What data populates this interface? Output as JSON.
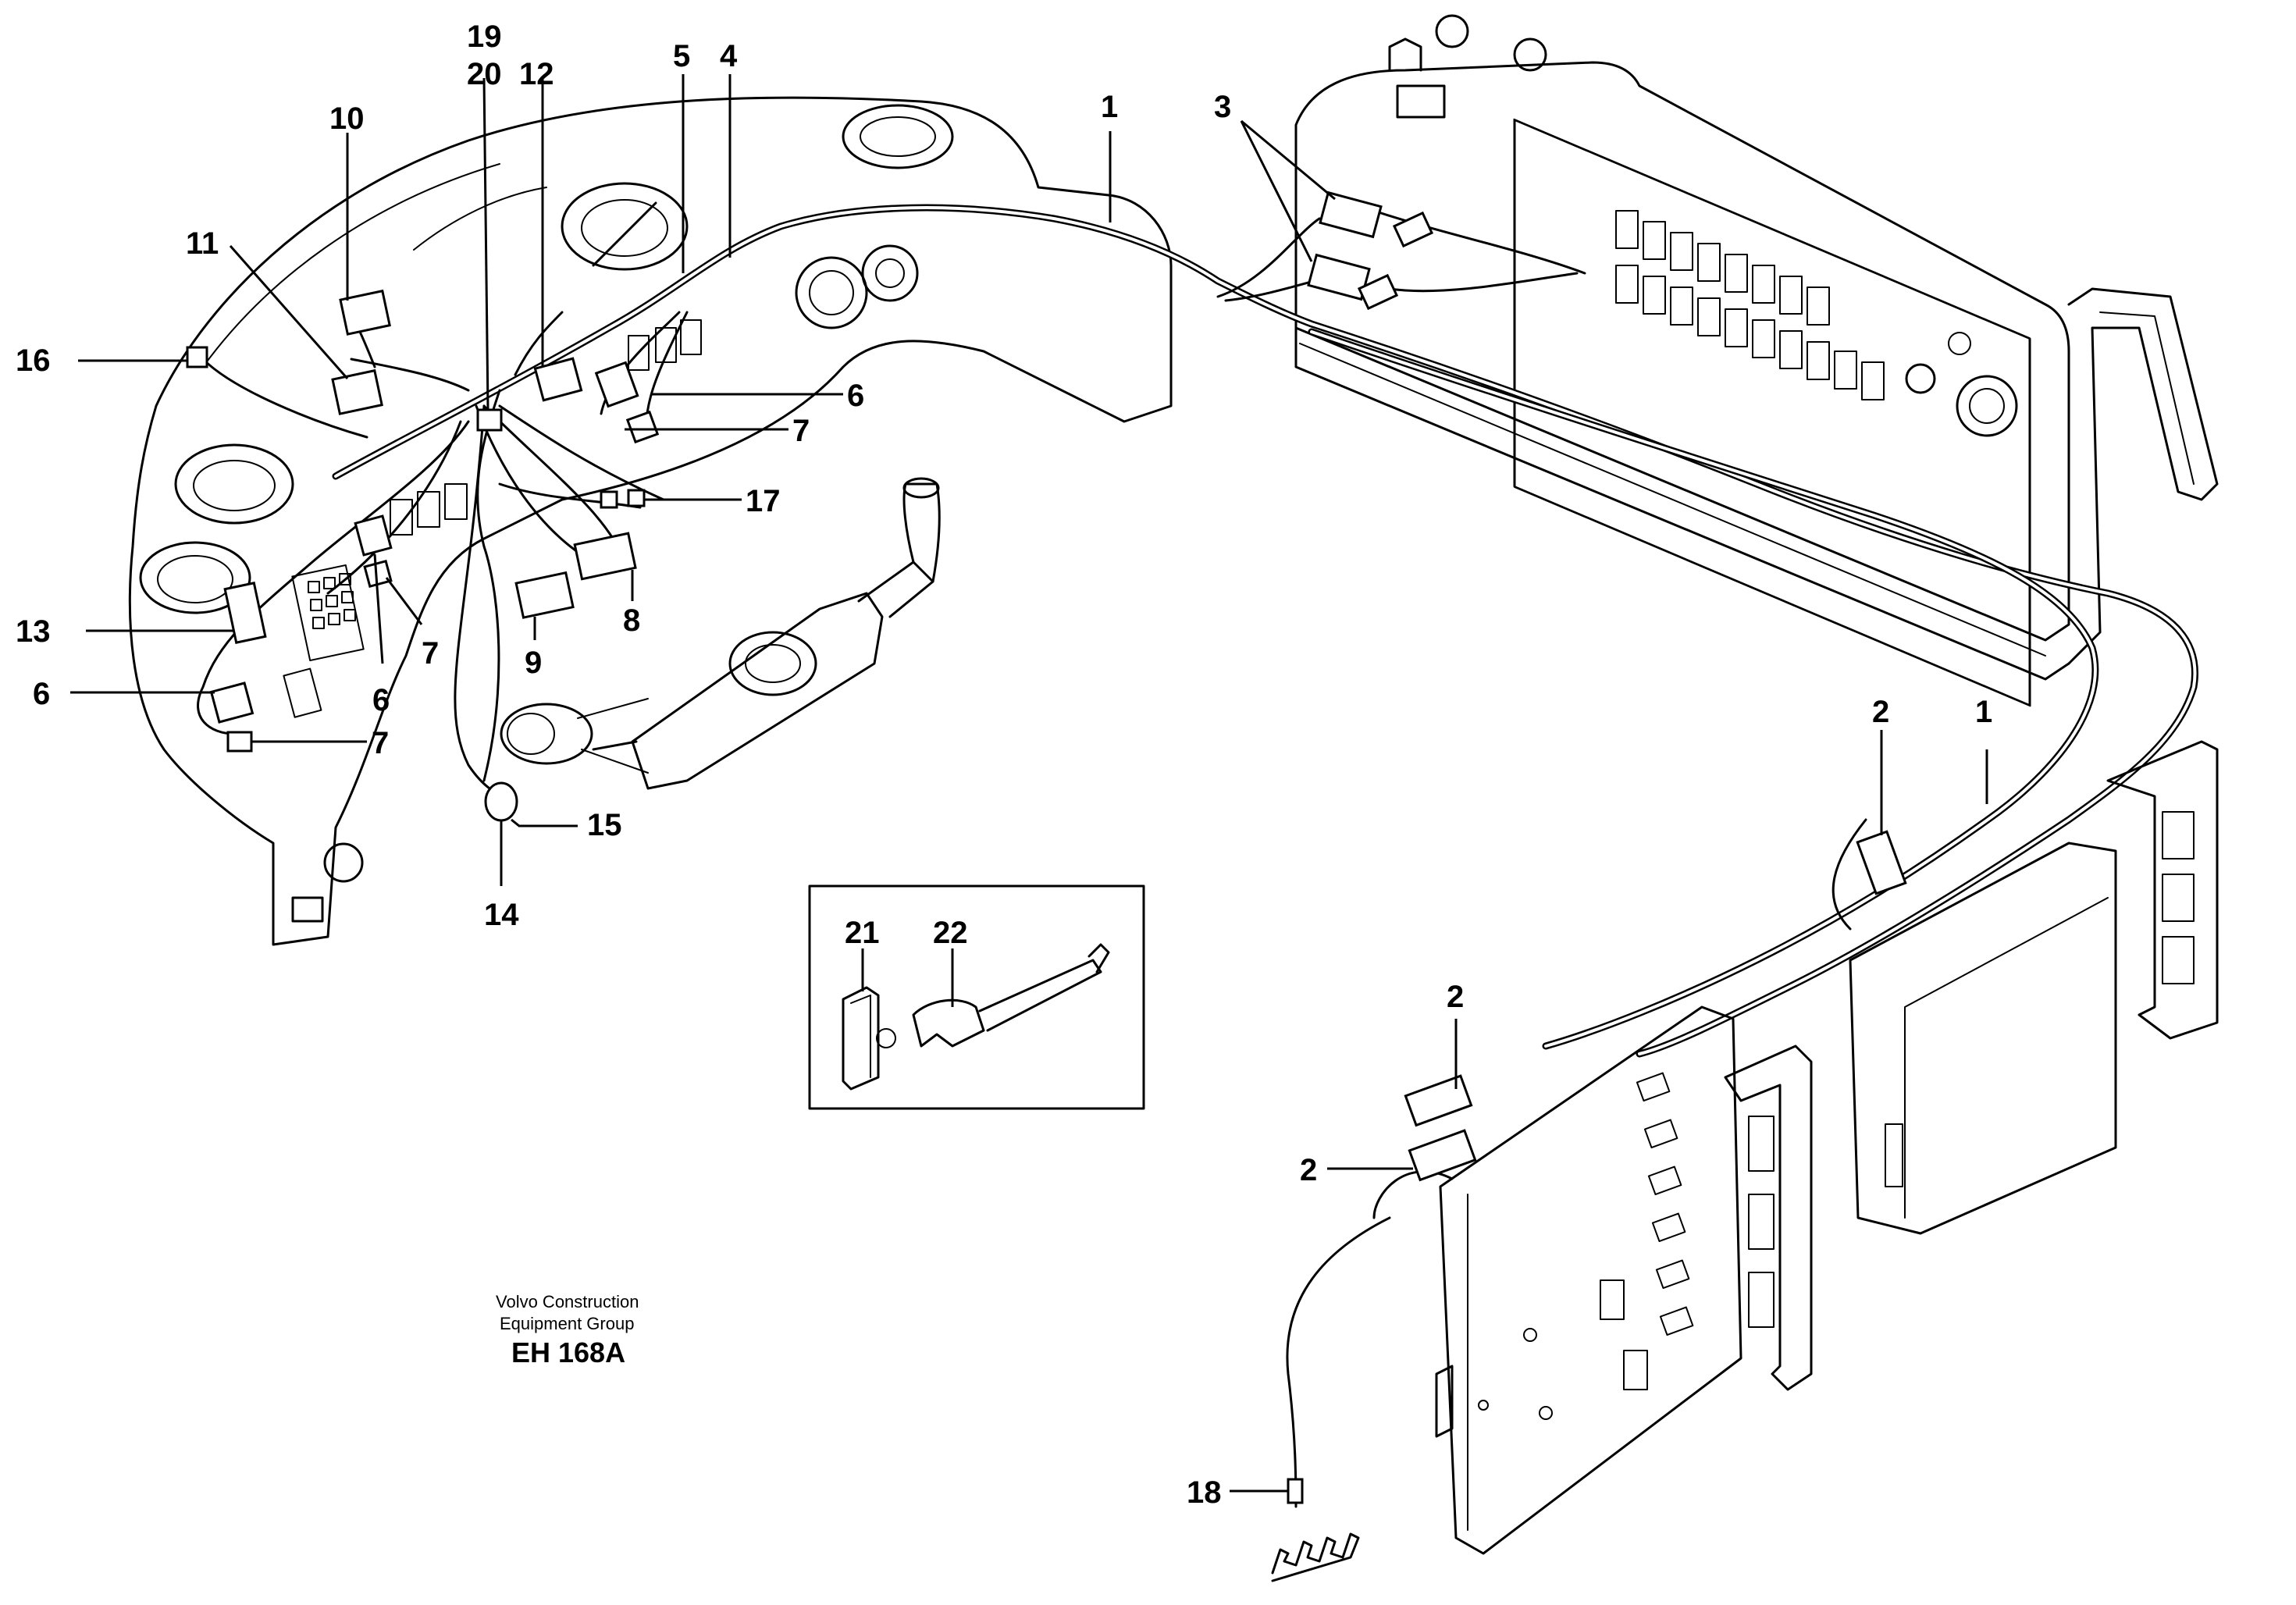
{
  "callouts": [
    {
      "id": "c1a",
      "text": "1"
    },
    {
      "id": "c1b",
      "text": "1"
    },
    {
      "id": "c2a",
      "text": "2"
    },
    {
      "id": "c2b",
      "text": "2"
    },
    {
      "id": "c2c",
      "text": "2"
    },
    {
      "id": "c3",
      "text": "3"
    },
    {
      "id": "c4",
      "text": "4"
    },
    {
      "id": "c5",
      "text": "5"
    },
    {
      "id": "c6a",
      "text": "6"
    },
    {
      "id": "c6b",
      "text": "6"
    },
    {
      "id": "c6c",
      "text": "6"
    },
    {
      "id": "c7a",
      "text": "7"
    },
    {
      "id": "c7b",
      "text": "7"
    },
    {
      "id": "c7c",
      "text": "7"
    },
    {
      "id": "c8",
      "text": "8"
    },
    {
      "id": "c9",
      "text": "9"
    },
    {
      "id": "c10",
      "text": "10"
    },
    {
      "id": "c11",
      "text": "11"
    },
    {
      "id": "c12",
      "text": "12"
    },
    {
      "id": "c13",
      "text": "13"
    },
    {
      "id": "c14",
      "text": "14"
    },
    {
      "id": "c15",
      "text": "15"
    },
    {
      "id": "c16",
      "text": "16"
    },
    {
      "id": "c17",
      "text": "17"
    },
    {
      "id": "c18",
      "text": "18"
    },
    {
      "id": "c19",
      "text": "19"
    },
    {
      "id": "c20",
      "text": "20"
    },
    {
      "id": "c21",
      "text": "21"
    },
    {
      "id": "c22",
      "text": "22"
    }
  ],
  "credit": {
    "line1": "Volvo Construction",
    "line2": "Equipment Group",
    "code": "EH 168A"
  }
}
